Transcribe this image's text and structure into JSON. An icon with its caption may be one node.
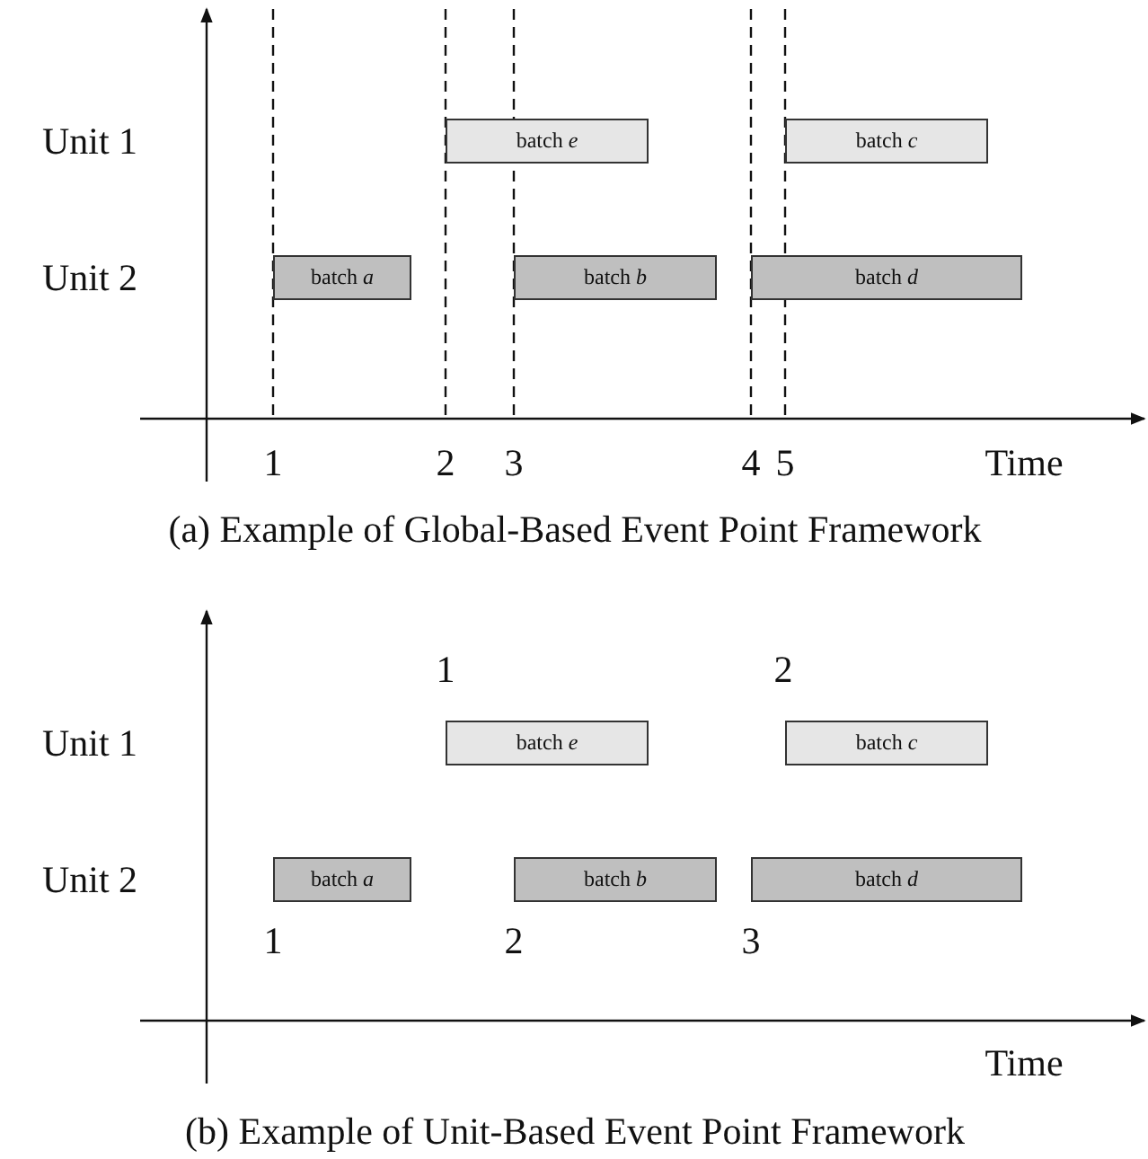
{
  "diagram": {
    "nodes": [
      {
        "text": [
          "batch *e*"
        ]
      },
      {
        "text": [
          "batch *c*"
        ]
      },
      {
        "text": [
          "batch *a*"
        ]
      },
      {
        "text": [
          "batch *b*"
        ]
      },
      {
        "text": [
          "batch *d*"
        ]
      },
      {
        "text": [
          "batch *e*"
        ]
      },
      {
        "text": [
          "batch *c*"
        ]
      },
      {
        "text": [
          "batch *a*"
        ]
      },
      {
        "text": [
          "batch *b*"
        ]
      },
      {
        "text": [
          "batch *d*"
        ]
      }
    ],
    "edges": [],
    "labels": [
      "Unit 1",
      "Unit 2",
      "1",
      "2",
      "3",
      "4",
      "5",
      "Time",
      "(a) Example of Global-Based Event Point Framework",
      "1",
      "2",
      "Unit 1",
      "Unit 2",
      "1",
      "2",
      "3",
      "Time",
      "(b) Example of Unit-Based Event Point Framework"
    ]
  }
}
